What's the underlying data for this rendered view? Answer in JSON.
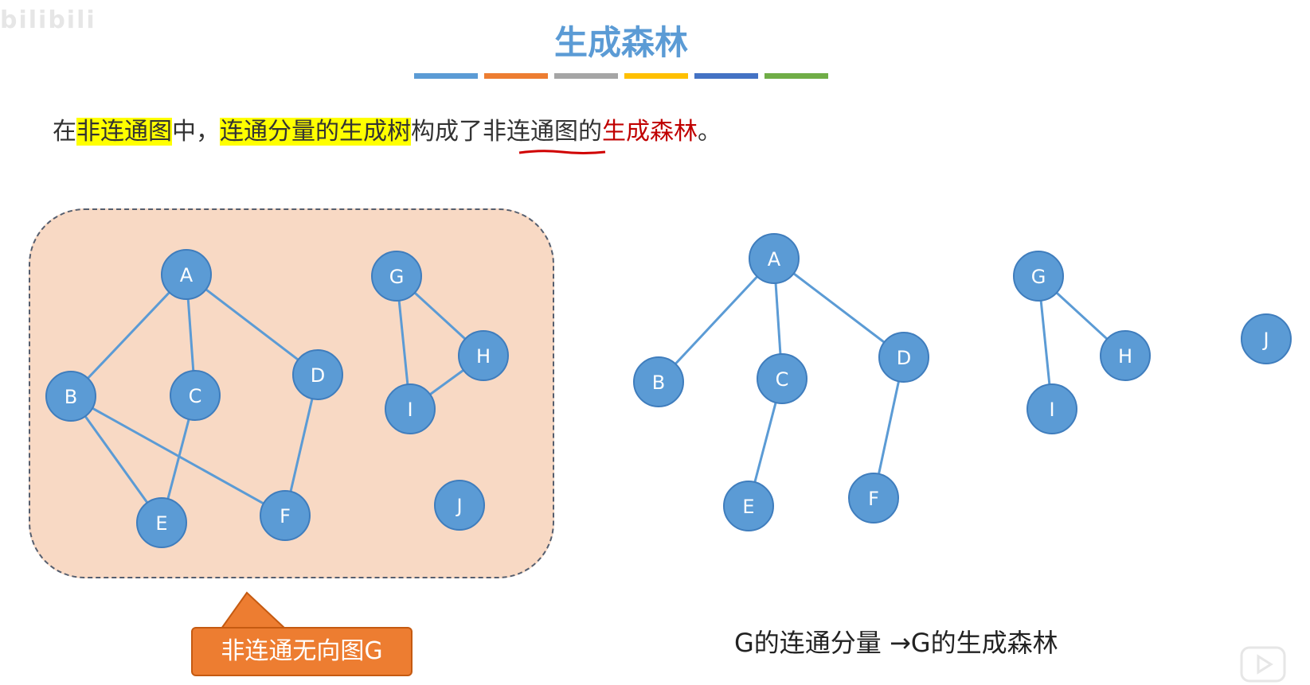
{
  "watermark": "bilibili",
  "title": "生成森林",
  "color_bars": [
    "#5b9bd5",
    "#ed7d31",
    "#a5a5a5",
    "#ffc000",
    "#4472c4",
    "#70ad47"
  ],
  "intro": {
    "p1": "在",
    "h1": "非连通图",
    "p2": "中，",
    "h2": "连通分量的生成树",
    "p3": "构成了",
    "u1": "非连通图",
    "p4": "的",
    "r1": "生成森林",
    "p5": "。"
  },
  "left_graph": {
    "nodes": [
      "A",
      "B",
      "C",
      "D",
      "E",
      "F",
      "G",
      "H",
      "I",
      "J"
    ],
    "edges": [
      [
        "A",
        "B"
      ],
      [
        "A",
        "C"
      ],
      [
        "A",
        "D"
      ],
      [
        "B",
        "E"
      ],
      [
        "B",
        "F"
      ],
      [
        "C",
        "E"
      ],
      [
        "D",
        "F"
      ],
      [
        "G",
        "H"
      ],
      [
        "G",
        "I"
      ],
      [
        "H",
        "I"
      ]
    ]
  },
  "right_forest": {
    "nodes": [
      "A",
      "B",
      "C",
      "D",
      "E",
      "F",
      "G",
      "H",
      "I",
      "J"
    ],
    "edges": [
      [
        "A",
        "B"
      ],
      [
        "A",
        "C"
      ],
      [
        "A",
        "D"
      ],
      [
        "C",
        "E"
      ],
      [
        "D",
        "F"
      ],
      [
        "G",
        "H"
      ],
      [
        "G",
        "I"
      ]
    ]
  },
  "callout": "非连通无向图G",
  "caption": "G的连通分量 →G的生成森林",
  "icons": {
    "player": "play-icon"
  }
}
